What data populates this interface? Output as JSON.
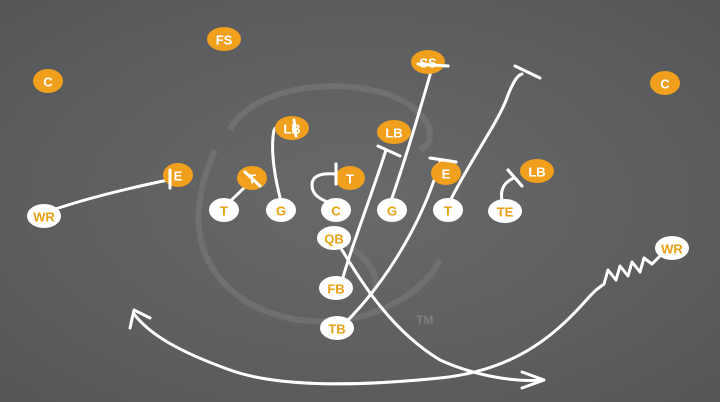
{
  "colors": {
    "defense_fill": "#f0a01c",
    "offense_fill": "#ffffff",
    "offense_text": "#e8a014",
    "route": "#ffffff",
    "background": "#5d5e60"
  },
  "watermark": {
    "mark": "TM"
  },
  "defense": [
    {
      "id": "fs",
      "label": "FS"
    },
    {
      "id": "c-left",
      "label": "C"
    },
    {
      "id": "c-right",
      "label": "C"
    },
    {
      "id": "ss",
      "label": "SS"
    },
    {
      "id": "lb-left",
      "label": "LB"
    },
    {
      "id": "lb-middle",
      "label": "LB"
    },
    {
      "id": "lb-right",
      "label": "LB"
    },
    {
      "id": "e-left",
      "label": "E"
    },
    {
      "id": "t-left",
      "label": "T"
    },
    {
      "id": "t-right",
      "label": "T"
    },
    {
      "id": "e-right",
      "label": "E"
    }
  ],
  "offense": [
    {
      "id": "wr-left",
      "label": "WR"
    },
    {
      "id": "t-left",
      "label": "T"
    },
    {
      "id": "g-left",
      "label": "G"
    },
    {
      "id": "c",
      "label": "C"
    },
    {
      "id": "g-right",
      "label": "G"
    },
    {
      "id": "t-right",
      "label": "T"
    },
    {
      "id": "te",
      "label": "TE"
    },
    {
      "id": "qb",
      "label": "QB"
    },
    {
      "id": "fb",
      "label": "FB"
    },
    {
      "id": "tb",
      "label": "TB"
    },
    {
      "id": "wr-right",
      "label": "WR"
    }
  ]
}
